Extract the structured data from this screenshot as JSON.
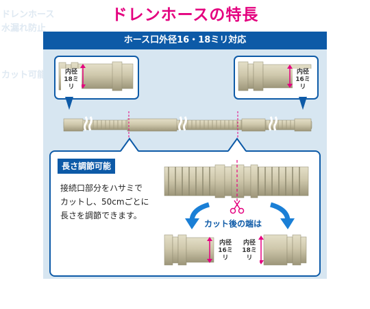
{
  "title": "ドレンホースの特長",
  "banner": "ホース口外径16・18ミリ対応",
  "top_left_inset": {
    "line1": "内径",
    "line2": "18ミリ"
  },
  "top_right_inset": {
    "line1": "内径",
    "line2": "16ミリ"
  },
  "adjust": {
    "heading": "長さ調節可能",
    "lines": [
      "接続口部分をハサミで",
      "カットし、50cmごとに",
      "長さを調節できます。"
    ],
    "after_cut_label": "カット後の端は",
    "bottom_left": {
      "line1": "内径",
      "line2": "16ミリ"
    },
    "bottom_right": {
      "line1": "内径",
      "line2": "18ミリ"
    }
  },
  "ghost_text": [
    "ドレンホース",
    "水漏れ防止",
    "カット可能"
  ],
  "colors": {
    "accent": "#e4007f",
    "brand_blue": "#0d5aa7",
    "panel": "#d7e6f1",
    "hose": "#c9c2a6"
  },
  "icons": [
    "scissors-icon",
    "arrow-down-left-icon",
    "arrow-down-right-icon",
    "cut-line-icon"
  ]
}
